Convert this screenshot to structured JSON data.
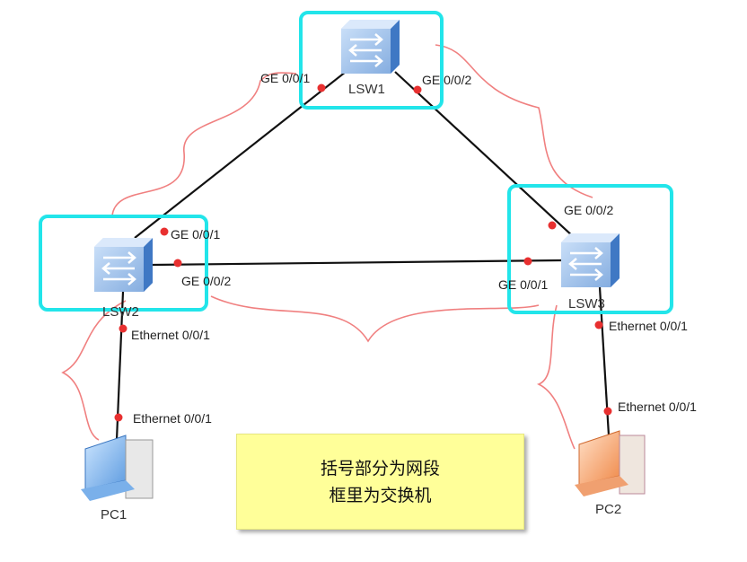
{
  "devices": {
    "lsw1": "LSW1",
    "lsw2": "LSW2",
    "lsw3": "LSW3",
    "pc1": "PC1",
    "pc2": "PC2"
  },
  "ports": {
    "lsw1_p1": "GE 0/0/1",
    "lsw1_p2": "GE 0/0/2",
    "lsw2_p1": "GE 0/0/1",
    "lsw2_p2": "GE 0/0/2",
    "lsw2_eth": "Ethernet 0/0/1",
    "lsw3_p1": "GE 0/0/1",
    "lsw3_p2": "GE 0/0/2",
    "lsw3_eth": "Ethernet 0/0/1",
    "pc1_eth": "Ethernet 0/0/1",
    "pc2_eth": "Ethernet 0/0/1"
  },
  "note": {
    "line1": "括号部分为网段",
    "line2": "框里为交换机"
  },
  "colors": {
    "highlight": "#22e5ea",
    "brace": "#f08080",
    "port": "#e83030",
    "note": "#ffff99"
  }
}
